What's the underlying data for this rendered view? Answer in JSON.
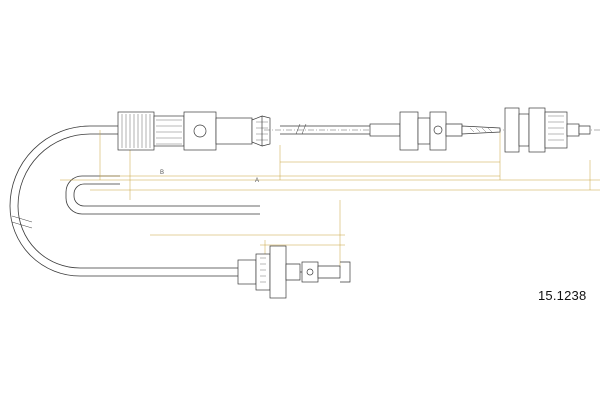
{
  "drawing": {
    "part_number": "15.1238",
    "dimension_labels": {
      "b": "B",
      "a": "A"
    }
  },
  "colors": {
    "outline": "#3a3a3a",
    "dimension_line": "#c8a23c",
    "hatching": "#3a3a3a",
    "background": "#ffffff"
  }
}
